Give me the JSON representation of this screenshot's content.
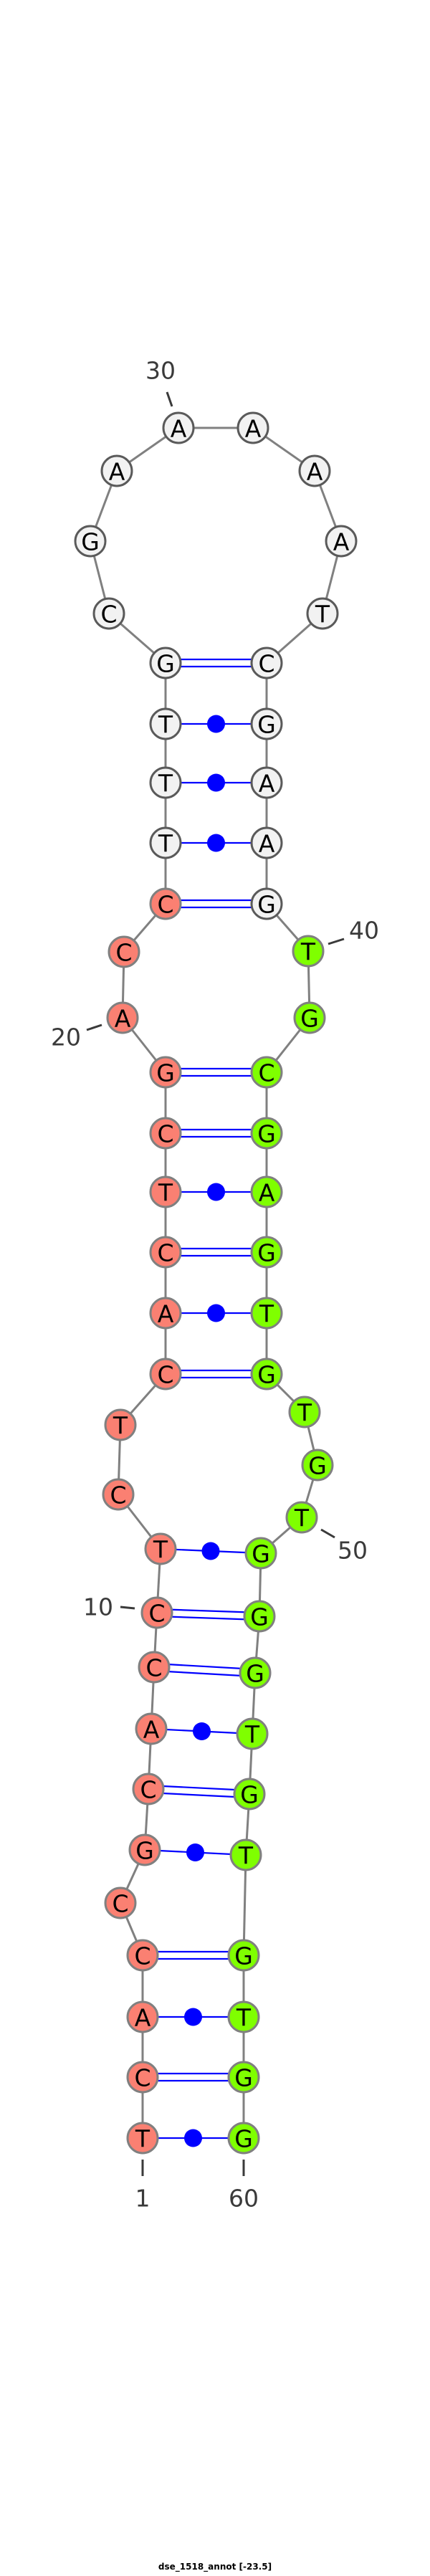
{
  "title": "dse_1518_annot [-23.5]",
  "sequence": [
    "T",
    "C",
    "A",
    "C",
    "C",
    "G",
    "C",
    "A",
    "C",
    "C",
    "T",
    "C",
    "T",
    "C",
    "A",
    "C",
    "T",
    "C",
    "G",
    "A",
    "C",
    "C",
    "T",
    "T",
    "T",
    "G",
    "C",
    "G",
    "A",
    "A",
    "A",
    "A",
    "A",
    "T",
    "C",
    "G",
    "A",
    "A",
    "G",
    "T",
    "G",
    "C",
    "G",
    "A",
    "G",
    "T",
    "G",
    "T",
    "G",
    "T",
    "G",
    "G",
    "G",
    "T",
    "G",
    "T",
    "G",
    "T",
    "G",
    "G"
  ],
  "pairs": [
    [
      1,
      60
    ],
    [
      2,
      59
    ],
    [
      3,
      58
    ],
    [
      4,
      57
    ],
    [
      6,
      56
    ],
    [
      7,
      55
    ],
    [
      8,
      54
    ],
    [
      9,
      53
    ],
    [
      10,
      52
    ],
    [
      11,
      51
    ],
    [
      14,
      47
    ],
    [
      15,
      46
    ],
    [
      16,
      45
    ],
    [
      17,
      44
    ],
    [
      18,
      43
    ],
    [
      19,
      42
    ],
    [
      22,
      39
    ],
    [
      23,
      38
    ],
    [
      24,
      37
    ],
    [
      25,
      36
    ],
    [
      26,
      35
    ]
  ],
  "position_labels": [
    "1",
    "10",
    "20",
    "30",
    "40",
    "50",
    "60"
  ],
  "colors": {
    "region_5prime": "#fa8072",
    "region_loop": "#f2f2f2",
    "region_3prime": "#7fff00",
    "backbone": "#808080",
    "pair": "#0000ff",
    "label": "#3a3a3a"
  },
  "regions": {
    "5prime": [
      1,
      22
    ],
    "loop": [
      23,
      39
    ],
    "3prime": [
      40,
      60
    ]
  }
}
